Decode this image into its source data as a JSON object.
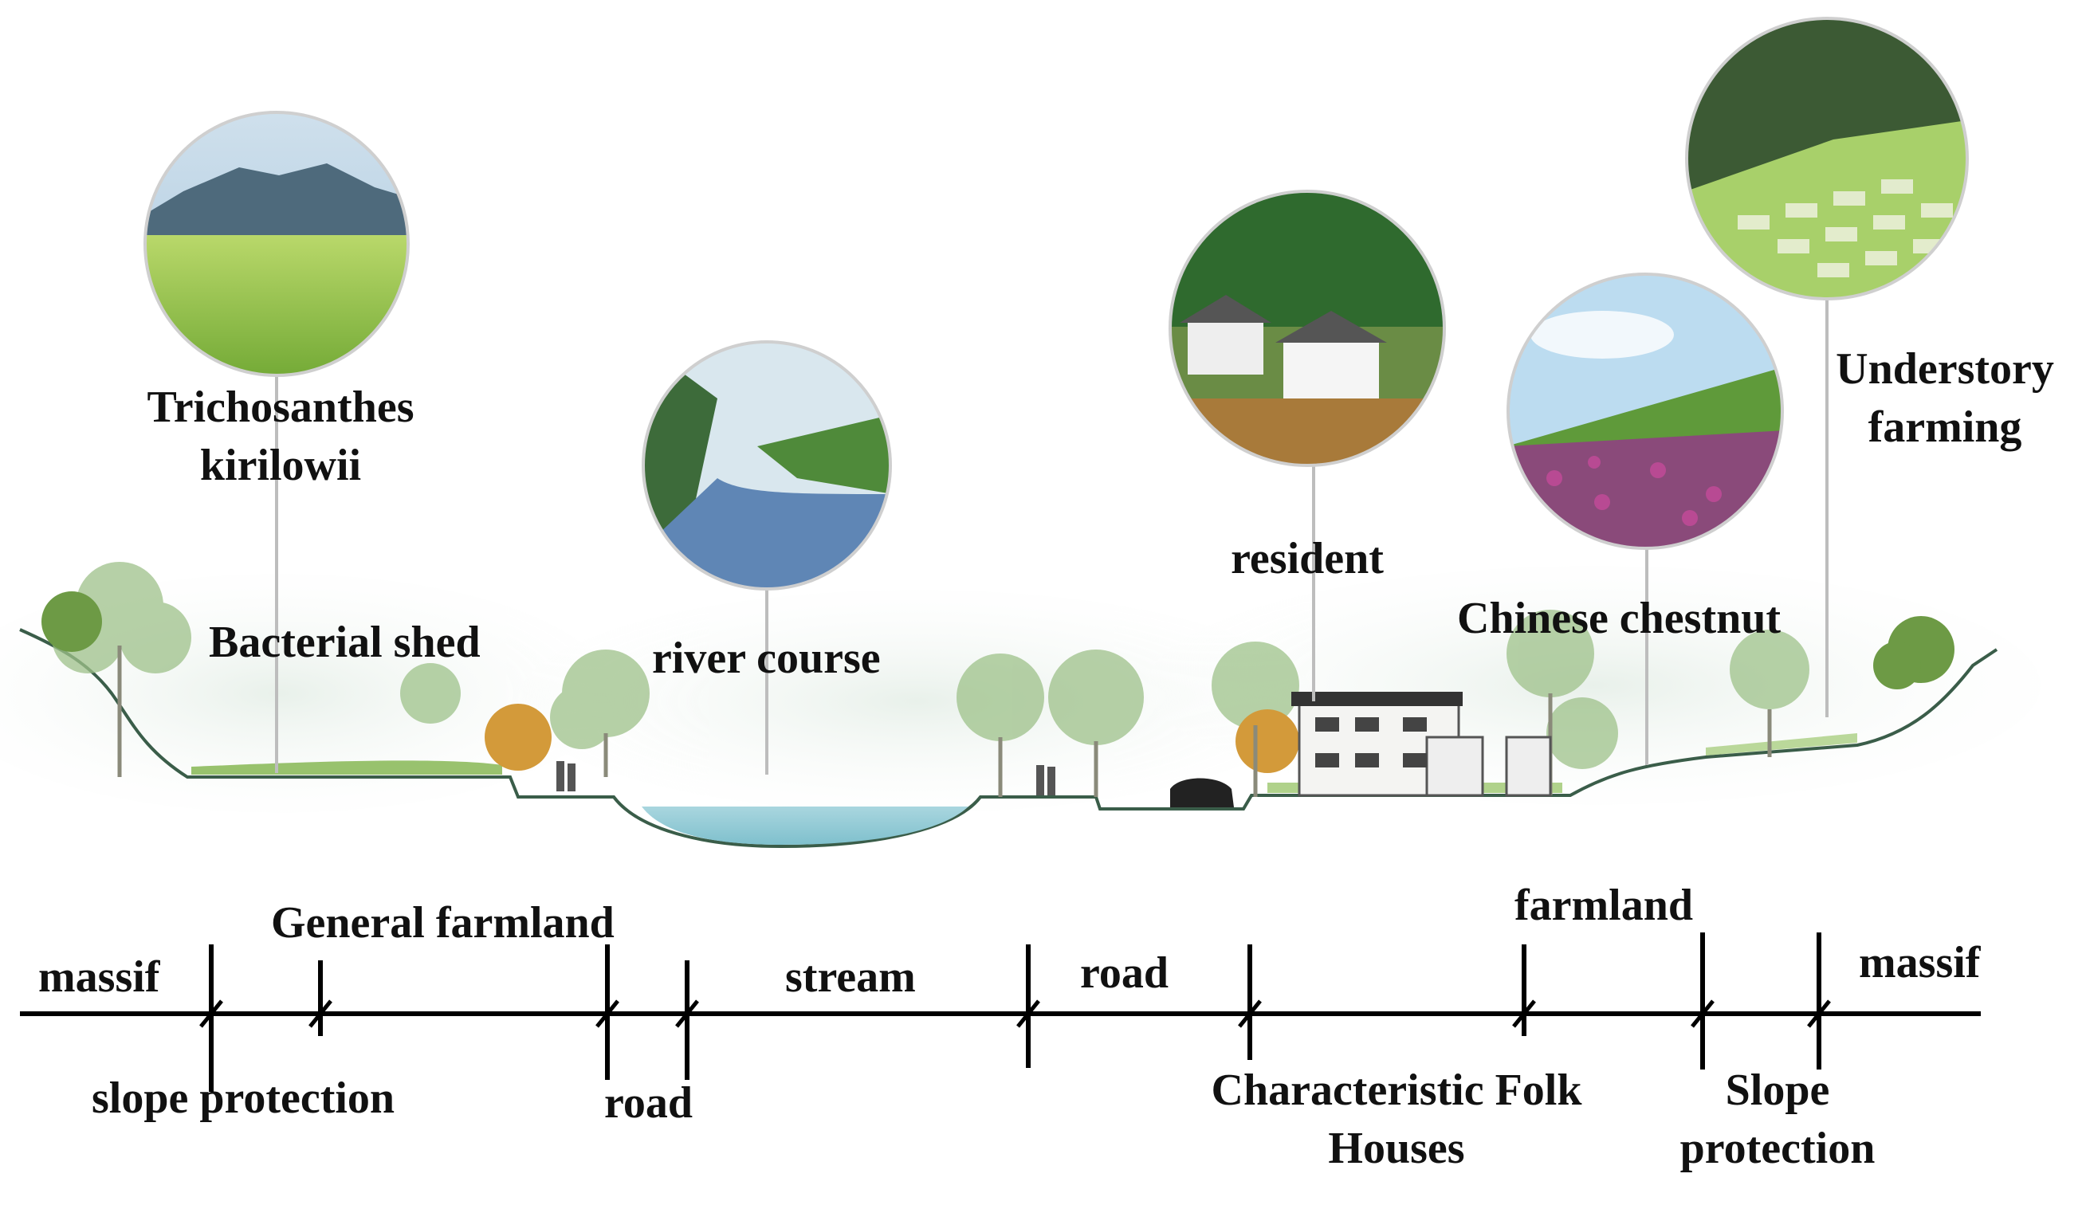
{
  "vignettes": {
    "trichosanthes": "Trichosanthes kirilowii",
    "bacterial_shed": "Bacterial shed",
    "river_course": "river course",
    "resident": "resident",
    "chinese_chestnut": "Chinese chestnut",
    "understory_farming": "Understory farming"
  },
  "zones_top": {
    "massif_left": "massif",
    "general_farmland": "General farmland",
    "stream": "stream",
    "road_top": "road",
    "farmland": "farmland",
    "massif_right": "massif"
  },
  "zones_bottom": {
    "slope_protection_left": "slope protection",
    "road_bottom": "road",
    "folk_houses": "Characteristic Folk Houses",
    "slope_protection_right": "Slope protection"
  }
}
